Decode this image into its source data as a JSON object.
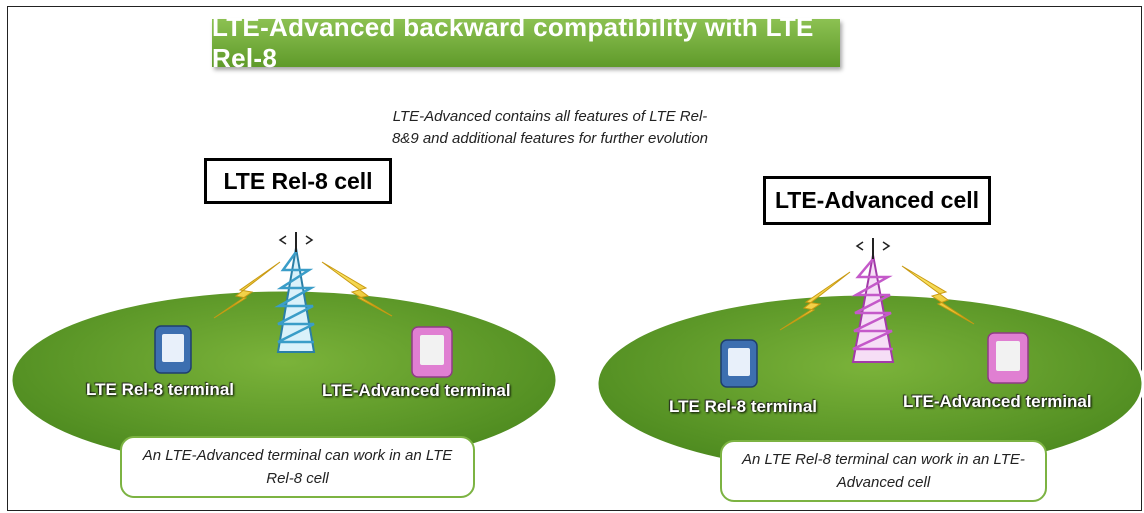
{
  "title": "LTE-Advanced backward compatibility with LTE Rel-8",
  "center_note": "LTE-Advanced contains all features of LTE Rel-8&9 and additional features for further evolution",
  "left_cell": {
    "label": "LTE Rel-8 cell",
    "tower_color": "#6fc7e8",
    "terminal_rel8_label": "LTE Rel-8 terminal",
    "terminal_adv_label": "LTE-Advanced terminal",
    "note": "An LTE-Advanced terminal can work in an LTE Rel-8 cell"
  },
  "right_cell": {
    "label": "LTE-Advanced cell",
    "tower_color": "#e59ae6",
    "terminal_rel8_label": "LTE Rel-8 terminal",
    "terminal_adv_label": "LTE-Advanced terminal",
    "note": "An LTE Rel-8 terminal can work in an LTE-Advanced cell"
  },
  "colors": {
    "green": "#5f9a2a",
    "lightning": "#f4d13b",
    "phone_blue": "#4a7fc1",
    "phone_pink": "#e58ad8"
  }
}
